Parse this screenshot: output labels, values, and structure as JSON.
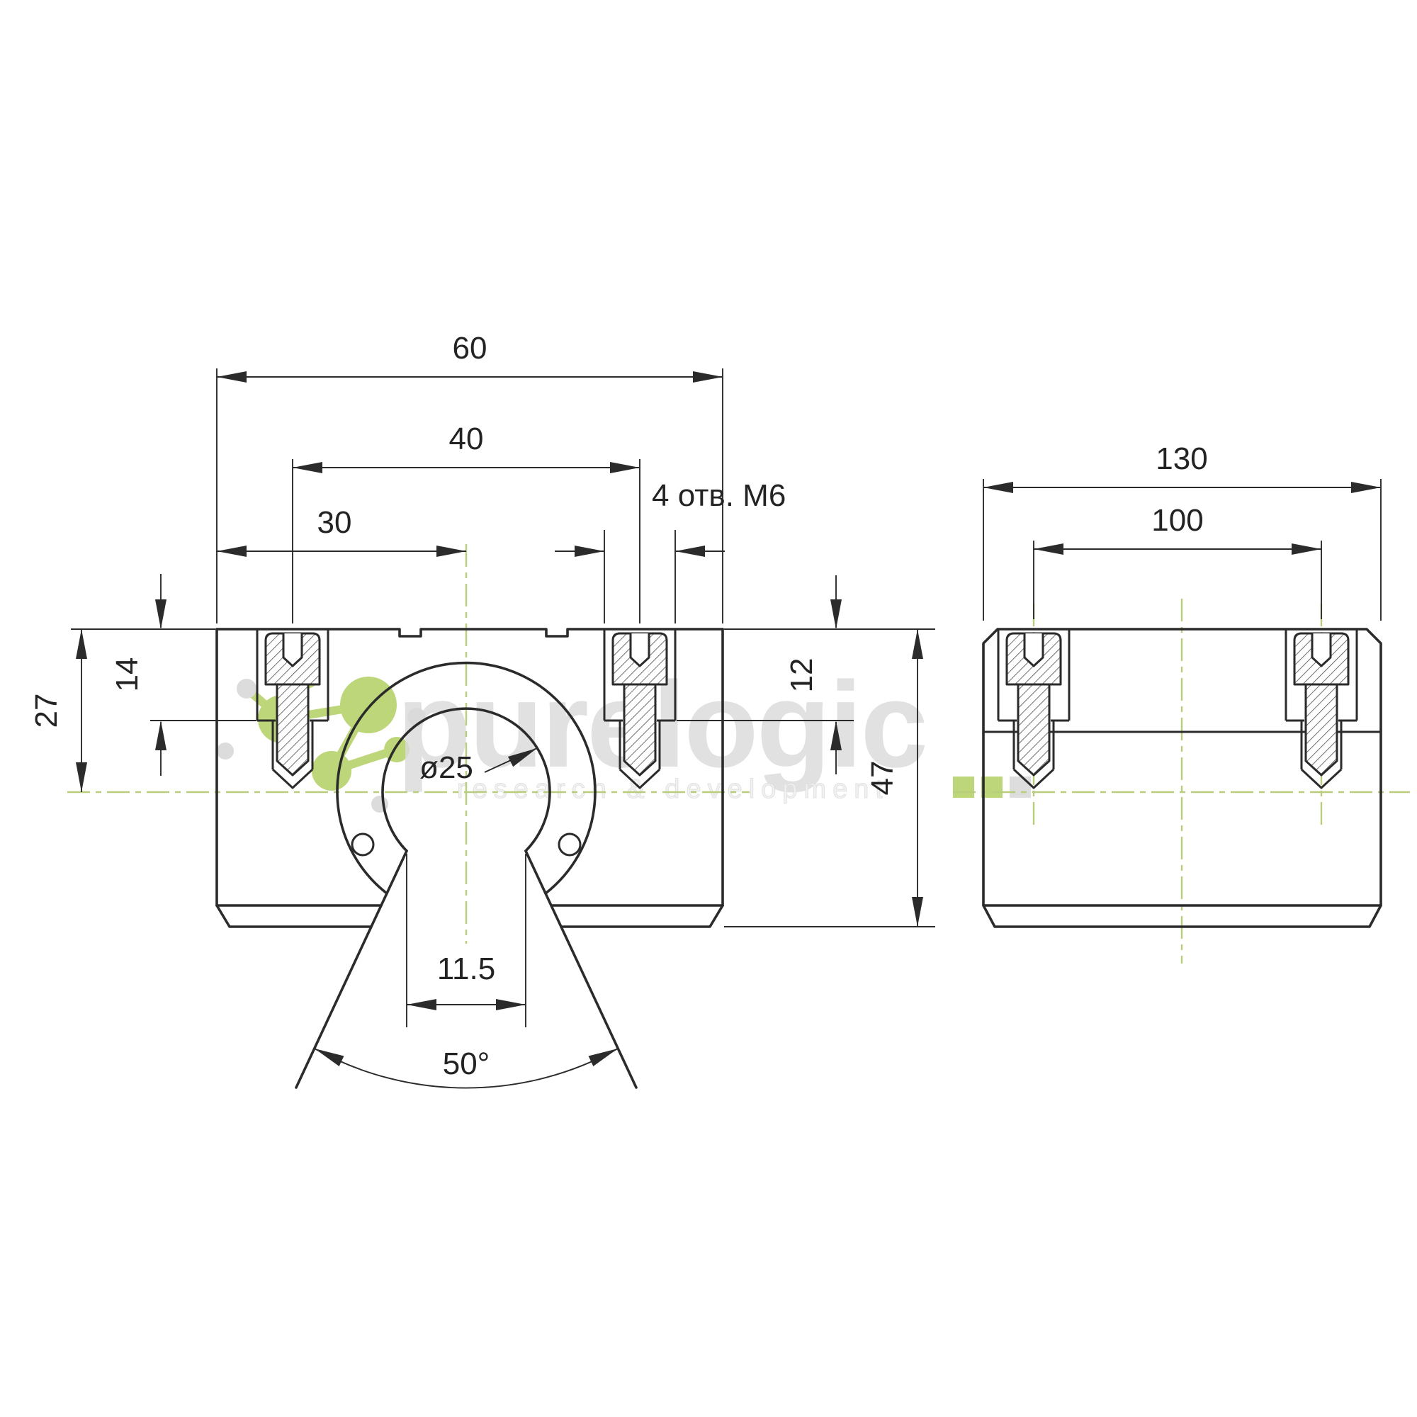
{
  "watermark": {
    "brand": "purelogic",
    "tagline": "research & development"
  },
  "front_view": {
    "dims": {
      "overall_width": "60",
      "hole_spacing": "40",
      "center_offset": "30",
      "holes_callout": "4 отв. M6",
      "counterbore_depth": "14",
      "center_height": "27",
      "thread_depth": "12",
      "overall_height": "47",
      "bore_diameter": "ø25",
      "slot_width": "11.5",
      "slot_angle": "50°"
    }
  },
  "side_view": {
    "dims": {
      "overall_length": "130",
      "hole_spacing": "100"
    }
  },
  "colors": {
    "line": "#2b2b2b",
    "centerline": "#b9ce7d",
    "watermark_text": "#d6d6d6",
    "watermark_green": "#b5d167"
  }
}
